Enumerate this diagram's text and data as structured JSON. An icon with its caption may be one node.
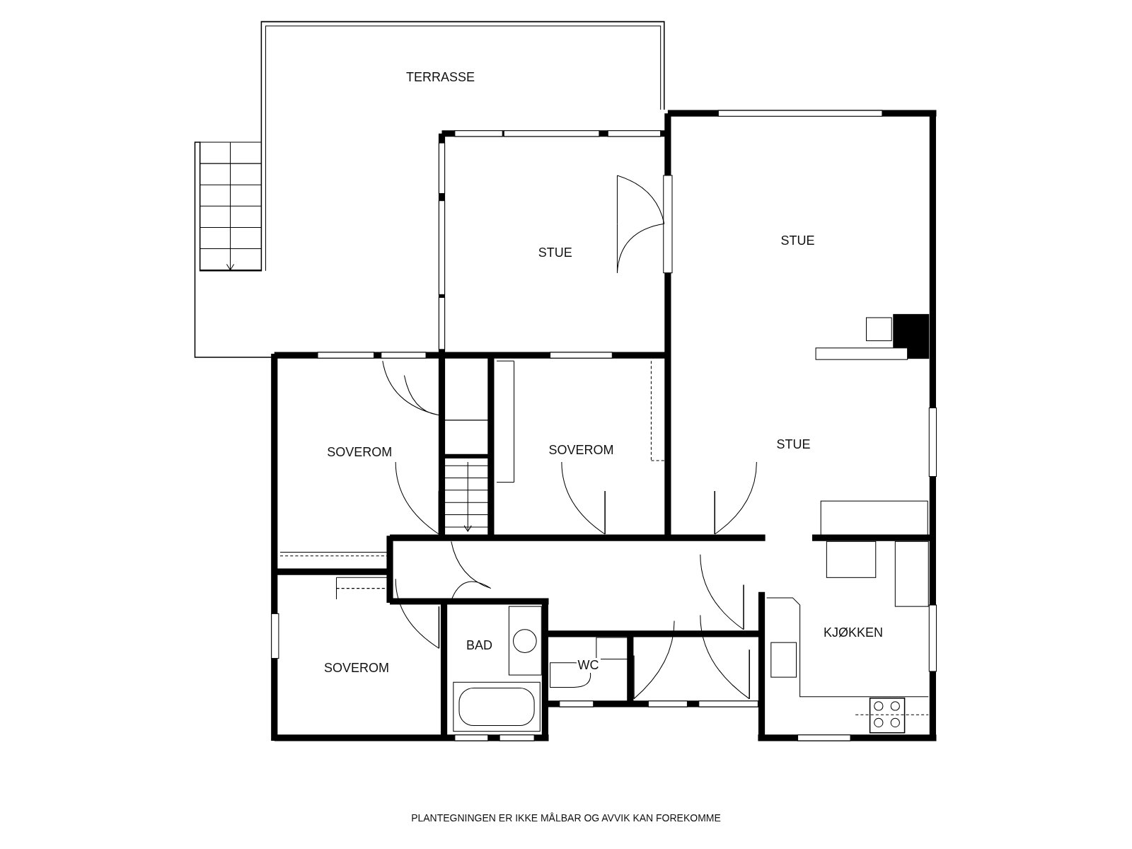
{
  "diagram": {
    "caption": "PLANTEGNINGEN ER IKKE MÅLBAR OG AVVIK KAN FOREKOMME",
    "nodes": [
      {
        "text": [
          "TERRASSE"
        ]
      },
      {
        "text": [
          "STUE"
        ]
      },
      {
        "text": [
          "STUE"
        ]
      },
      {
        "text": [
          "SOVEROM"
        ]
      },
      {
        "text": [
          "SOVEROM"
        ]
      },
      {
        "text": [
          "STUE"
        ]
      },
      {
        "text": [
          "BAD"
        ]
      },
      {
        "text": [
          "KJØKKEN"
        ]
      },
      {
        "text": [
          "WC"
        ]
      },
      {
        "text": [
          "SOVEROM"
        ]
      }
    ]
  }
}
